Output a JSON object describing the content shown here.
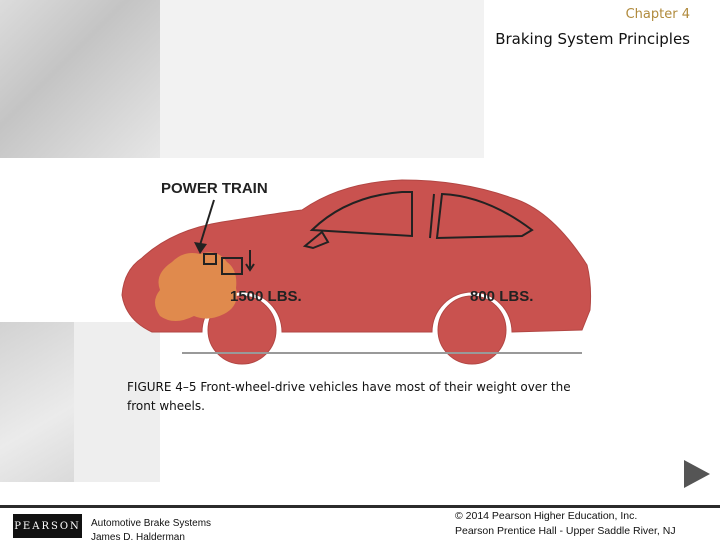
{
  "header": {
    "chapter": "Chapter 4",
    "title": "Braking System Principles"
  },
  "figure": {
    "power_train_label": "POWER TRAIN",
    "front_weight_label": "1500 LBS.",
    "rear_weight_label": "800 LBS.",
    "colors": {
      "body": "#c9524f",
      "engine": "#e08a4d",
      "outline": "#222222"
    }
  },
  "caption": "FIGURE 4–5 Front-wheel-drive vehicles have most of their weight over the front wheels.",
  "footer": {
    "logo": "PEARSON",
    "book_title": "Automotive Brake Systems",
    "author": "James D. Halderman",
    "copyright_line1": "© 2014 Pearson Higher Education, Inc.",
    "copyright_line2": "Pearson Prentice Hall - Upper Saddle River, NJ"
  },
  "icons": {
    "next": "play-triangle-icon"
  }
}
